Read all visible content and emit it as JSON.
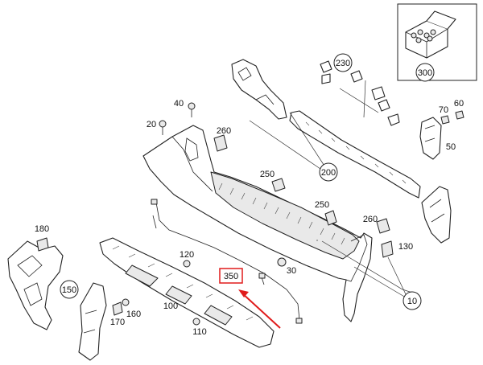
{
  "callouts": {
    "c10": "10",
    "c20": "20",
    "c30": "30",
    "c40": "40",
    "c50": "50",
    "c60": "60",
    "c70": "70",
    "c100": "100",
    "c110": "110",
    "c120": "120",
    "c130": "130",
    "c150": "150",
    "c160": "160",
    "c170": "170",
    "c180": "180",
    "c200": "200",
    "c230": "230",
    "c250a": "250",
    "c250b": "250",
    "c260a": "260",
    "c260b": "260",
    "c300": "300",
    "c350": "350"
  },
  "highlight": {
    "color": "#e01b1b"
  }
}
